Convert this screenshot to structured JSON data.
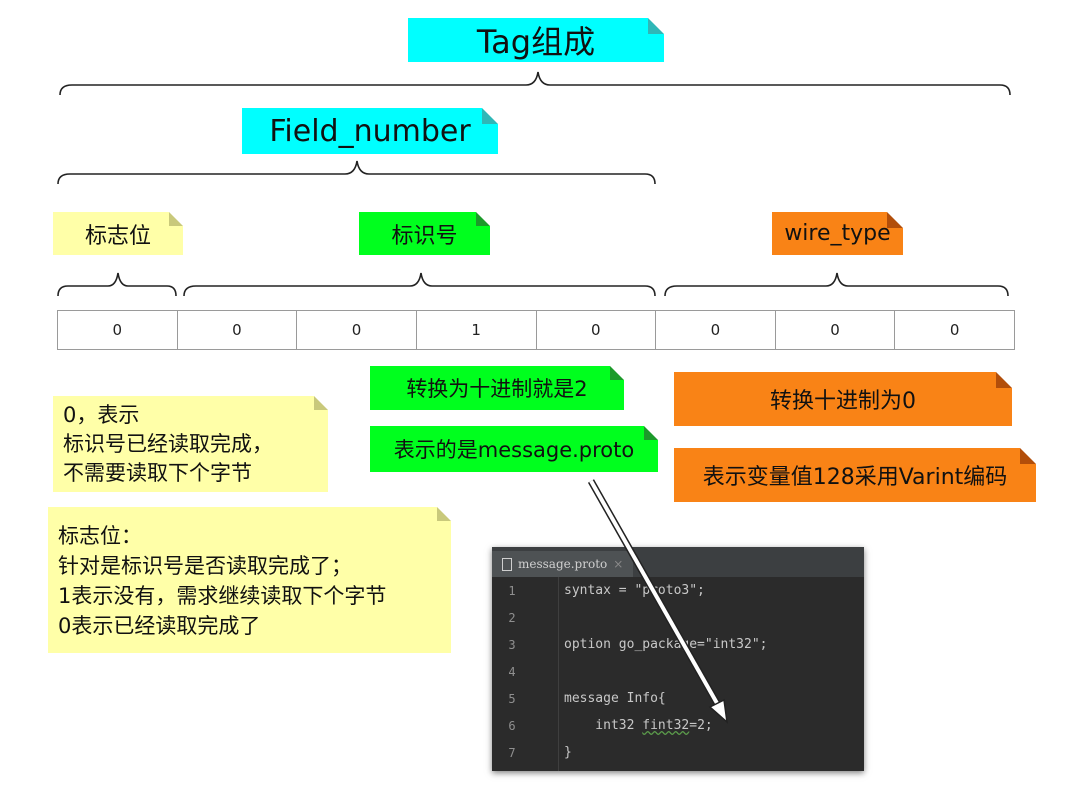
{
  "labels": {
    "tag": "Tag组成",
    "field_number": "Field_number",
    "flag": "标志位",
    "identifier": "标识号",
    "wire_type": "wire_type"
  },
  "bits": [
    "0",
    "0",
    "0",
    "1",
    "0",
    "0",
    "0",
    "0"
  ],
  "notes": {
    "flag_zero": [
      "0，表示",
      "标识号已经读取完成，",
      "不需要读取下个字节"
    ],
    "flag_desc": [
      "标志位：",
      "针对是标识号是否读取完成了；",
      "1表示没有，需求继续读取下个字节",
      "0表示已经读取完成了"
    ],
    "to_decimal_2": "转换为十进制就是2",
    "means_proto": "表示的是message.proto",
    "to_decimal_0": "转换十进制为0",
    "varint": "表示变量值128采用Varint编码"
  },
  "editor": {
    "tab_name": "message.proto",
    "tab_close": "×",
    "lines": [
      {
        "n": "1",
        "code": "syntax = \"proto3\";"
      },
      {
        "n": "2",
        "code": ""
      },
      {
        "n": "3",
        "code": "option go_package=\"int32\";"
      },
      {
        "n": "4",
        "code": ""
      },
      {
        "n": "5",
        "code": "message Info{"
      },
      {
        "n": "6",
        "code_prefix": "    int32 ",
        "code_squig": "fint32",
        "code_suffix": "=2;"
      },
      {
        "n": "7",
        "code": "}"
      }
    ]
  },
  "colors": {
    "cyan": "#00ffff",
    "green": "#00ff1e",
    "yellow": "#ffffa8",
    "orange": "#f98316",
    "editor_bg": "#2b2b2b"
  }
}
